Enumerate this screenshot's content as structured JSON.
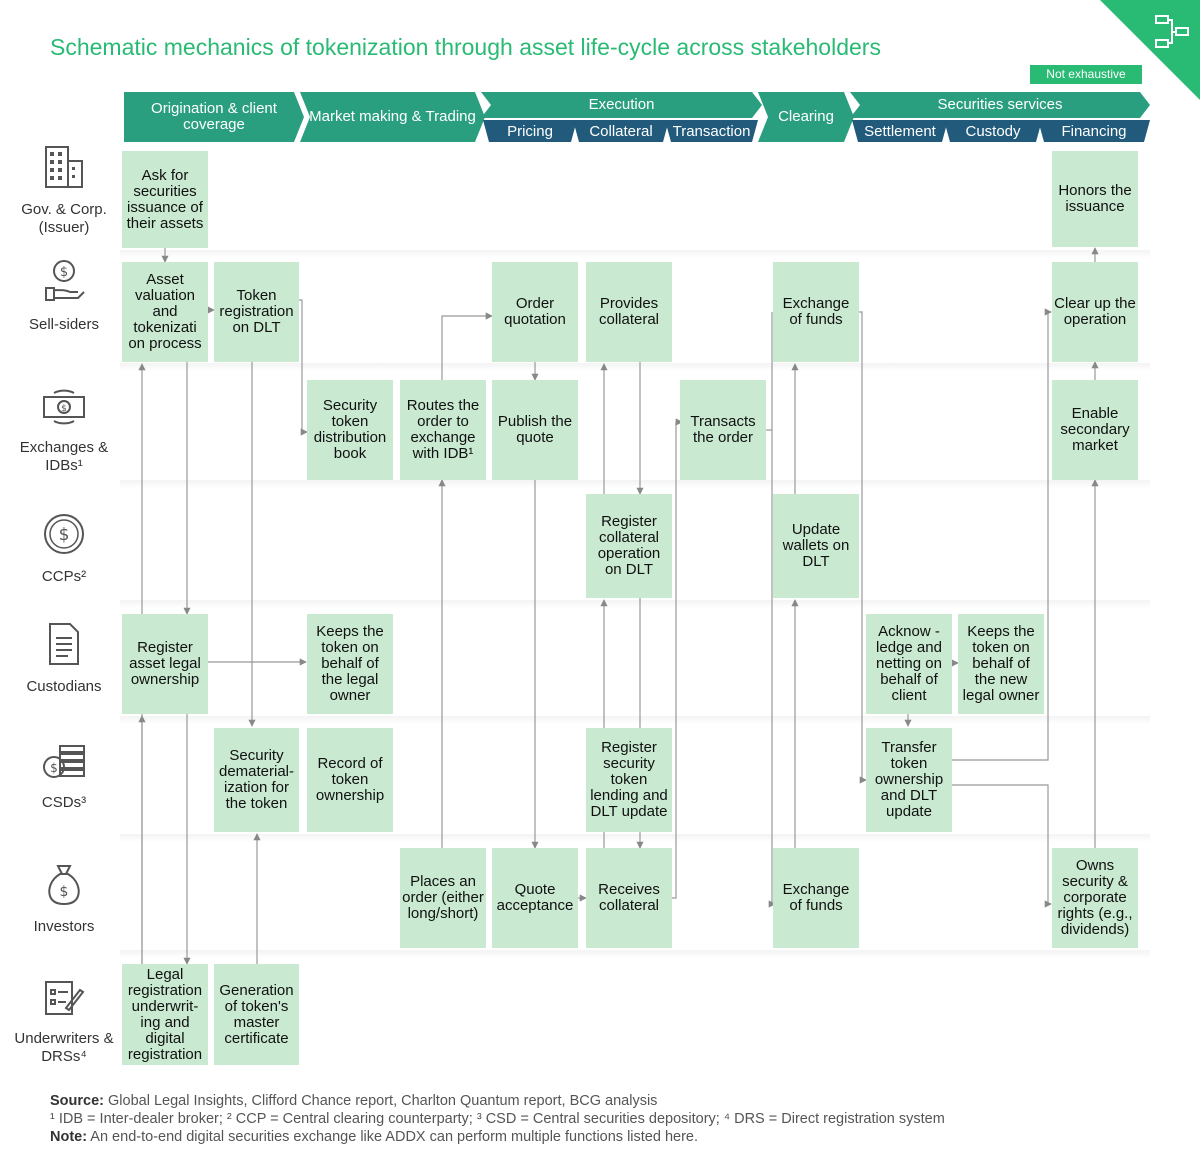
{
  "title": "Schematic mechanics of tokenization through asset life-cycle across stakeholders",
  "not_exhaustive": "Not exhaustive",
  "phases": {
    "origination": "Origination & client coverage",
    "market_making": "Market making & Trading",
    "execution": "Execution",
    "clearing": "Clearing",
    "securities_services": "Securities services"
  },
  "subphases": {
    "pricing": "Pricing",
    "collateral": "Collateral",
    "transaction": "Transaction",
    "settlement": "Settlement",
    "custody": "Custody",
    "financing": "Financing"
  },
  "actors": {
    "issuer": "Gov. & Corp. (Issuer)",
    "sellsiders": "Sell-siders",
    "exchanges": "Exchanges & IDBs¹",
    "ccps": "CCPs²",
    "custodians": "Custodians",
    "csds": "CSDs³",
    "investors": "Investors",
    "underwriters": "Underwriters & DRSs⁴"
  },
  "boxes": {
    "ask_issuance": "Ask for securities issuance of their assets",
    "honors_issuance": "Honors the issuance",
    "asset_valuation": "Asset valuation and tokenizati on process",
    "token_registration": "Token registration on DLT",
    "order_quotation": "Order quotation",
    "provides_collateral": "Provides collateral",
    "exchange_funds_1": "Exchange of funds",
    "clear_up": "Clear up the operation",
    "security_distribution": "Security token distribution book",
    "routes_order": "Routes the order to exchange with IDB¹",
    "publish_quote": "Publish the quote",
    "transacts_order": "Transacts the order",
    "enable_secondary": "Enable secondary market",
    "register_collateral": "Register collateral operation on DLT",
    "update_wallets": "Update wallets on DLT",
    "register_ownership": "Register asset legal ownership",
    "keeps_token_1": "Keeps the token on behalf of the legal owner",
    "acknowledge": "Acknow -ledge and netting on behalf of client",
    "keeps_token_2": "Keeps the token on behalf of the new legal owner",
    "dematerialization": "Security dematerial-ization for the token",
    "record_ownership": "Record of token ownership",
    "register_lending": "Register security token lending and DLT update",
    "transfer_ownership": "Transfer token ownership and DLT update",
    "places_order": "Places an order (either long/short)",
    "quote_acceptance": "Quote acceptance",
    "receives_collateral": "Receives collateral",
    "exchange_funds_2": "Exchange of funds",
    "owns_security": "Owns security & corporate rights (e.g., dividends)",
    "legal_registration": "Legal registration underwrit-ing and digital registration",
    "generation_certificate": "Generation of token's master certificate"
  },
  "footer": {
    "source_label": "Source:",
    "source_text": "Global Legal Insights, Clifford Chance report, Charlton Quantum report, BCG analysis",
    "footnotes": "¹ IDB = Inter-dealer broker; ² CCP = Central clearing counterparty; ³ CSD = Central securities depository; ⁴ DRS = Direct registration system",
    "note_label": "Note:",
    "note_text": "An end-to-end digital securities exchange like ADDX can perform multiple functions listed here."
  },
  "colors": {
    "accent": "#29ba74",
    "phase": "#2a9f7f",
    "subphase": "#215a7a",
    "box": "#c9e9d1"
  }
}
